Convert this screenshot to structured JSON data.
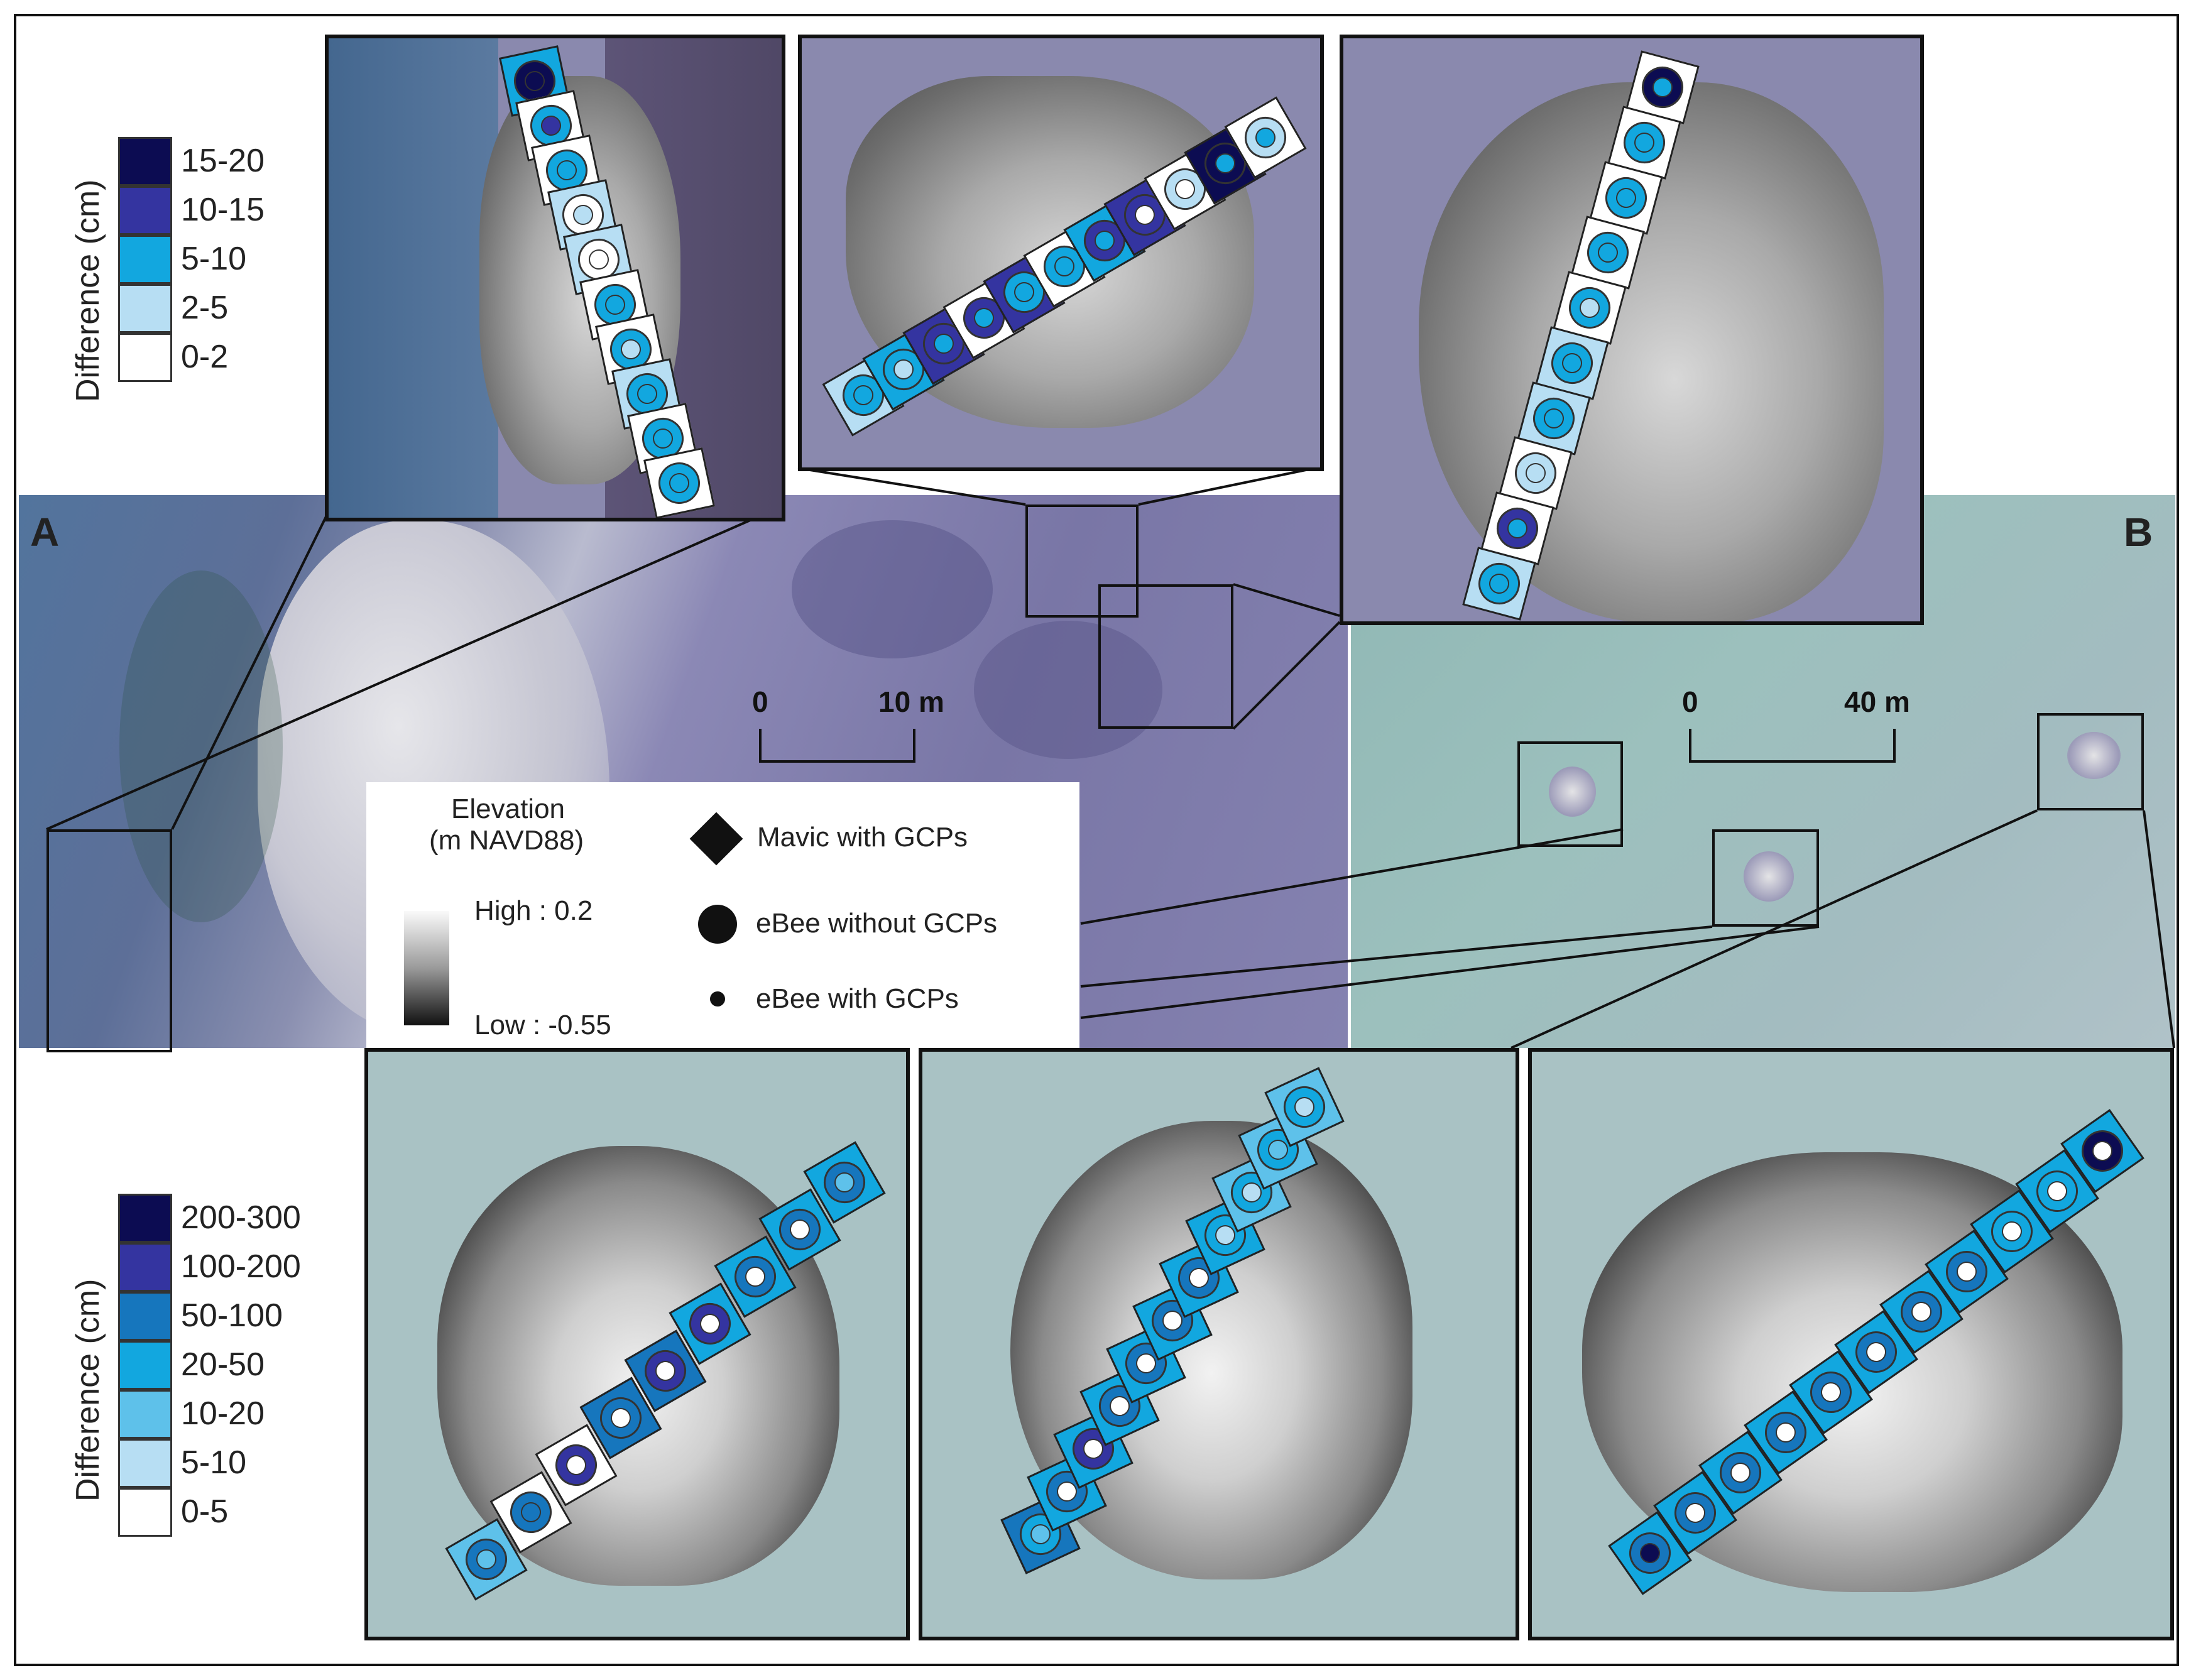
{
  "panel_labels": {
    "a": "A",
    "b": "B"
  },
  "legend_top": {
    "title": "Difference (cm)",
    "classes": [
      {
        "label": "15-20",
        "color": "#0c0c52"
      },
      {
        "label": "10-15",
        "color": "#3434a0"
      },
      {
        "label": "5-10",
        "color": "#12a7df"
      },
      {
        "label": "2-5",
        "color": "#b7def3"
      },
      {
        "label": "0-2",
        "color": "#ffffff"
      }
    ]
  },
  "legend_bottom": {
    "title": "Difference (cm)",
    "classes": [
      {
        "label": "200-300",
        "color": "#0c0c52"
      },
      {
        "label": "100-200",
        "color": "#3434a0"
      },
      {
        "label": "50-100",
        "color": "#1676bd"
      },
      {
        "label": "20-50",
        "color": "#12a7df"
      },
      {
        "label": "10-20",
        "color": "#5ec1ea"
      },
      {
        "label": "5-10",
        "color": "#b7def3"
      },
      {
        "label": "0-5",
        "color": "#ffffff"
      }
    ]
  },
  "elevation_legend": {
    "title_line1": "Elevation",
    "title_line2": "(m NAVD88)",
    "high": "High : 0.2",
    "low": "Low : -0.55"
  },
  "symbol_legend": {
    "mavic": "Mavic with GCPs",
    "ebee_without": "eBee without GCPs",
    "ebee_with": "eBee with GCPs"
  },
  "scale_a": {
    "start": "0",
    "end": "10 m"
  },
  "scale_b": {
    "start": "0",
    "end": "40 m"
  },
  "insets": {
    "top_left": {
      "classes": [
        [
          "5-10",
          "15-20",
          "15-20"
        ],
        [
          "0-2",
          "5-10",
          "10-15"
        ],
        [
          "0-2",
          "5-10",
          "5-10"
        ],
        [
          "2-5",
          "0-2",
          "2-5"
        ],
        [
          "2-5",
          "0-2",
          "0-2"
        ],
        [
          "0-2",
          "5-10",
          "5-10"
        ],
        [
          "0-2",
          "5-10",
          "2-5"
        ],
        [
          "2-5",
          "5-10",
          "5-10"
        ],
        [
          "0-2",
          "5-10",
          "5-10"
        ],
        [
          "0-2",
          "5-10",
          "5-10"
        ]
      ]
    },
    "top_middle": {
      "classes": [
        [
          "2-5",
          "5-10",
          "5-10"
        ],
        [
          "5-10",
          "5-10",
          "2-5"
        ],
        [
          "10-15",
          "10-15",
          "5-10"
        ],
        [
          "0-2",
          "10-15",
          "5-10"
        ],
        [
          "10-15",
          "5-10",
          "5-10"
        ],
        [
          "0-2",
          "5-10",
          "5-10"
        ],
        [
          "5-10",
          "10-15",
          "5-10"
        ],
        [
          "10-15",
          "10-15",
          "0-2"
        ],
        [
          "0-2",
          "2-5",
          "0-2"
        ],
        [
          "15-20",
          "15-20",
          "5-10"
        ],
        [
          "0-2",
          "2-5",
          "5-10"
        ]
      ]
    },
    "top_right": {
      "classes": [
        [
          "0-2",
          "15-20",
          "5-10"
        ],
        [
          "0-2",
          "5-10",
          "5-10"
        ],
        [
          "0-2",
          "5-10",
          "5-10"
        ],
        [
          "0-2",
          "5-10",
          "5-10"
        ],
        [
          "0-2",
          "5-10",
          "2-5"
        ],
        [
          "2-5",
          "5-10",
          "5-10"
        ],
        [
          "2-5",
          "5-10",
          "5-10"
        ],
        [
          "0-2",
          "2-5",
          "2-5"
        ],
        [
          "0-2",
          "10-15",
          "5-10"
        ],
        [
          "2-5",
          "5-10",
          "5-10"
        ]
      ]
    },
    "bottom_left": {
      "classes": [
        [
          "10-20",
          "50-100",
          "10-20"
        ],
        [
          "0-5",
          "50-100",
          "50-100"
        ],
        [
          "0-5",
          "100-200",
          "0-5"
        ],
        [
          "50-100",
          "50-100",
          "0-5"
        ],
        [
          "50-100",
          "100-200",
          "0-5"
        ],
        [
          "20-50",
          "100-200",
          "0-5"
        ],
        [
          "20-50",
          "50-100",
          "0-5"
        ],
        [
          "20-50",
          "50-100",
          "0-5"
        ],
        [
          "20-50",
          "50-100",
          "10-20"
        ]
      ]
    },
    "bottom_middle": {
      "classes": [
        [
          "50-100",
          "20-50",
          "10-20"
        ],
        [
          "20-50",
          "50-100",
          "0-5"
        ],
        [
          "20-50",
          "100-200",
          "0-5"
        ],
        [
          "20-50",
          "50-100",
          "0-5"
        ],
        [
          "20-50",
          "50-100",
          "0-5"
        ],
        [
          "20-50",
          "50-100",
          "0-5"
        ],
        [
          "20-50",
          "50-100",
          "0-5"
        ],
        [
          "20-50",
          "20-50",
          "5-10"
        ],
        [
          "10-20",
          "20-50",
          "5-10"
        ],
        [
          "10-20",
          "20-50",
          "10-20"
        ],
        [
          "10-20",
          "20-50",
          "5-10"
        ]
      ]
    },
    "bottom_right": {
      "classes": [
        [
          "20-50",
          "50-100",
          "200-300"
        ],
        [
          "20-50",
          "50-100",
          "0-5"
        ],
        [
          "20-50",
          "50-100",
          "0-5"
        ],
        [
          "20-50",
          "50-100",
          "0-5"
        ],
        [
          "20-50",
          "50-100",
          "0-5"
        ],
        [
          "20-50",
          "50-100",
          "0-5"
        ],
        [
          "20-50",
          "50-100",
          "0-5"
        ],
        [
          "20-50",
          "50-100",
          "0-5"
        ],
        [
          "20-50",
          "20-50",
          "0-5"
        ],
        [
          "20-50",
          "20-50",
          "0-5"
        ],
        [
          "20-50",
          "200-300",
          "0-5"
        ]
      ]
    }
  }
}
